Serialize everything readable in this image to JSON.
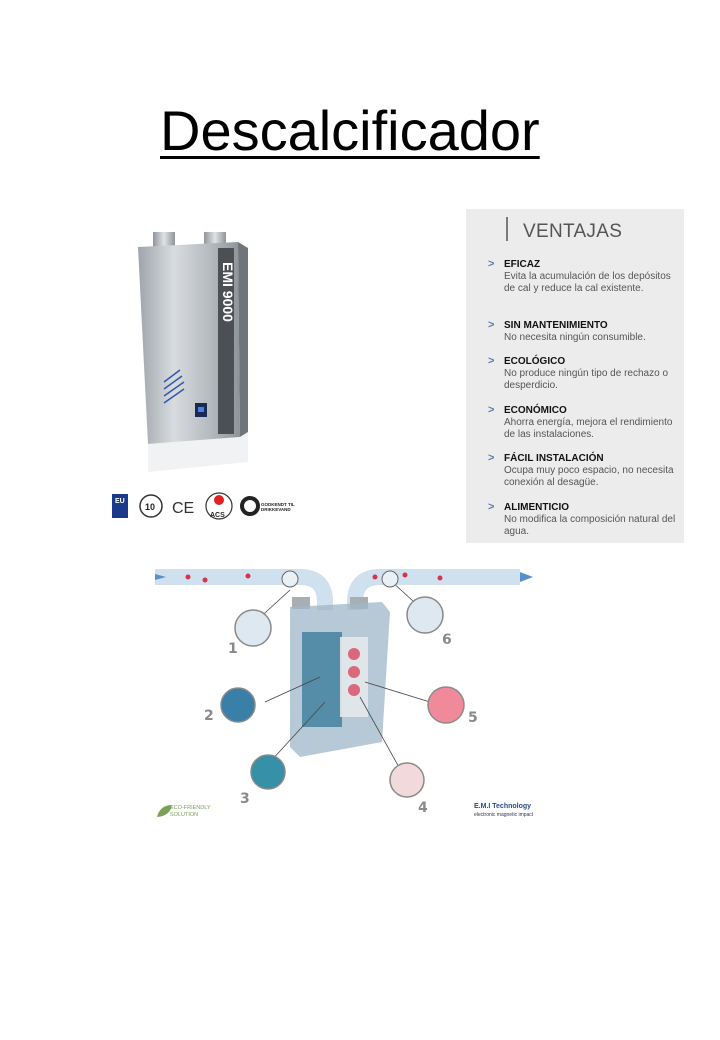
{
  "title": "Descalcificador",
  "product": {
    "brand": "EMI 9000"
  },
  "certifications": [
    "EU",
    "10",
    "CE",
    "ACS",
    "GODKENDT TIL DRIKKEVAND"
  ],
  "advantages": {
    "heading": "VENTAJAS",
    "items": [
      {
        "title": "EFICAZ",
        "desc": "Evita la acumulación de los depósitos de cal y reduce la cal existente."
      },
      {
        "title": "SIN MANTENIMIENTO",
        "desc": "No necesita ningún consumible."
      },
      {
        "title": "ECOLÓGICO",
        "desc": "No produce ningún tipo de rechazo  o desperdicio."
      },
      {
        "title": "ECONÓMICO",
        "desc": "Ahorra energía,  mejora el rendimiento de las instalaciones."
      },
      {
        "title": "FÁCIL INSTALACIÓN",
        "desc": "Ocupa muy poco espacio, no necesita conexión al desagüe."
      },
      {
        "title": "ALIMENTICIO",
        "desc": "No modifica la composición natural del agua."
      }
    ]
  },
  "diagram": {
    "callouts": [
      "1",
      "2",
      "3",
      "4",
      "5",
      "6"
    ],
    "eco_label": "ECO-FRIENDLY SOLUTION",
    "emi_label": "E.M.I Technology",
    "emi_sub": "electronic magnetic impact"
  },
  "colors": {
    "panel_bg": "#ececec",
    "arrow": "#5a7bb0",
    "pipe": "#cfe0ee",
    "accent_red": "#d9334a"
  }
}
